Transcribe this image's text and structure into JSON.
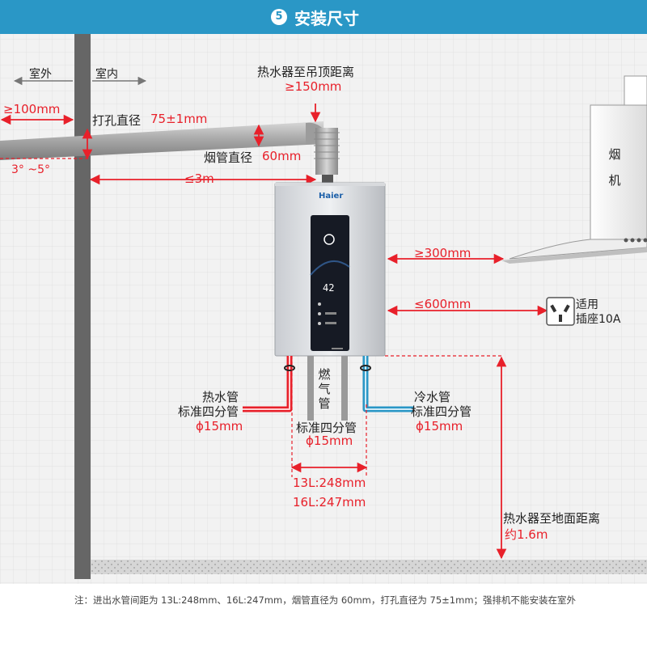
{
  "header": {
    "step_number": "5",
    "title": "安装尺寸"
  },
  "wall": {
    "outdoor_label": "室外",
    "indoor_label": "室内"
  },
  "ceiling": {
    "label": "热水器至吊顶距离",
    "value": "≥150mm"
  },
  "flue": {
    "outside_length": "≥100mm",
    "hole_diameter_label": "打孔直径",
    "hole_diameter_value": "75±1mm",
    "tilt": "3°  ~5°",
    "pipe_diameter_label": "烟管直径",
    "pipe_diameter_value": "60mm",
    "run_length": "≤3m"
  },
  "heater": {
    "brand": "Haier",
    "display_temp": "42"
  },
  "range_hood": {
    "label_line1": "烟",
    "label_line2": "机",
    "clearance": "≥300mm"
  },
  "socket": {
    "distance": "≤600mm",
    "label_line1": "适用",
    "label_line2": "插座10A"
  },
  "pipes": {
    "hot": {
      "label": "热水管",
      "standard": "标准四分管",
      "diameter": "ϕ15mm"
    },
    "gas": {
      "label_chars": [
        "燃",
        "气",
        "管"
      ],
      "standard": "标准四分管",
      "diameter": "ϕ15mm"
    },
    "cold": {
      "label": "冷水管",
      "standard": "标准四分管",
      "diameter": "ϕ15mm"
    },
    "spacing_13L": "13L:248mm",
    "spacing_16L": "16L:247mm"
  },
  "floor": {
    "label": "热水器至地面距离",
    "value": "约1.6m"
  },
  "footnote": {
    "prefix": "注：",
    "text": "进出水管间距为 13L:248mm、16L:247mm，烟管直径为 60mm，打孔直径为 75±1mm；强排机不能安装在室外"
  },
  "colors": {
    "banner": "#2a97c6",
    "dimension_red": "#e8202a",
    "scene_background": "#f2f2f2",
    "wall": "#666666",
    "hot_pipe": "#e8202a",
    "cold_pipe": "#2a97c6"
  }
}
